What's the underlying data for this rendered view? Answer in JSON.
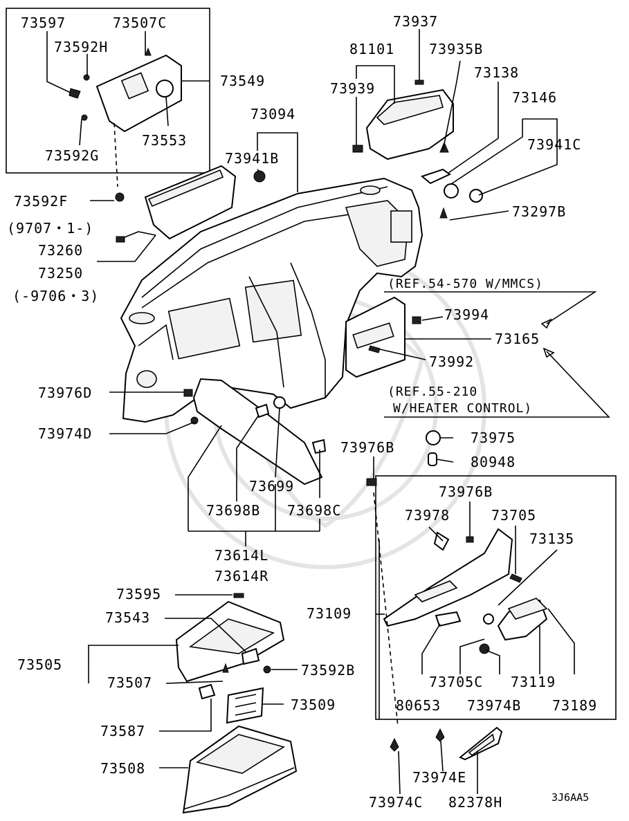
{
  "diagram_code": "3J6AA5",
  "labels": {
    "p73597": "73597",
    "p73507C": "73507C",
    "p73592H": "73592H",
    "p73549": "73549",
    "p73553": "73553",
    "p73592G": "73592G",
    "p73592F": "73592F",
    "p9707": "(9707・1-)",
    "p73260": "73260",
    "p73250": "73250",
    "p9706": "(-9706・3)",
    "p73094": "73094",
    "p73941B": "73941B",
    "p73937": "73937",
    "p81101": "81101",
    "p73935B": "73935B",
    "p73939": "73939",
    "p73138": "73138",
    "p73146": "73146",
    "p73941C": "73941C",
    "p73297B": "73297B",
    "p73994": "73994",
    "p73165": "73165",
    "p73992": "73992",
    "p73976D": "73976D",
    "p73974D": "73974D",
    "p73975": "73975",
    "p80948": "80948",
    "p73976B_a": "73976B",
    "p73699": "73699",
    "p73698B": "73698B",
    "p73698C": "73698C",
    "p73614L": "73614L",
    "p73614R": "73614R",
    "p73976B_b": "73976B",
    "p73978": "73978",
    "p73705": "73705",
    "p73135": "73135",
    "p73109": "73109",
    "p73595": "73595",
    "p73543": "73543",
    "p73505": "73505",
    "p73507": "73507",
    "p73592B": "73592B",
    "p73509": "73509",
    "p73587": "73587",
    "p73508": "73508",
    "p73705C": "73705C",
    "p73119": "73119",
    "p73189": "73189",
    "p80653": "80653",
    "p73974B": "73974B",
    "p73974E": "73974E",
    "p73974C": "73974C",
    "p82378H": "82378H"
  },
  "notes": {
    "ref_mmcs": "(REF.54-570 W/MMCS)",
    "ref_heater_1": "(REF.55-210",
    "ref_heater_2": "W/HEATER CONTROL)"
  }
}
